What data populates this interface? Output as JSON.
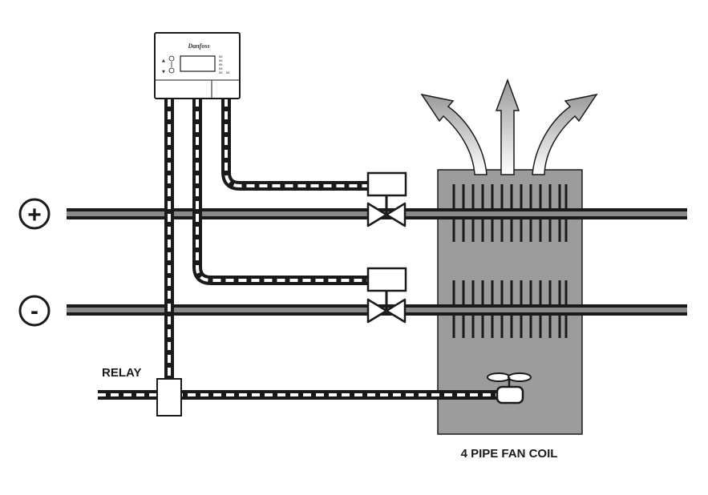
{
  "labels": {
    "relay": "RELAY",
    "fan_coil": "4 PIPE FAN COIL",
    "plus_symbol": "+",
    "minus_symbol": "-"
  },
  "thermostat": {
    "brand_logo_text": "Danfoss",
    "up_arrow": "▲",
    "down_arrow": "▼",
    "panel_marks": [
      "88",
      "88",
      "88",
      "88",
      "88",
      "88"
    ]
  },
  "colors": {
    "pipe_outline": "#1a1a1a",
    "pipe_core": "#8a8a8a",
    "fan_coil_fill": "#9c9c9c",
    "airflow_arrow": "#bdbdbd",
    "wire_dash": "#ffffff"
  },
  "icons": {
    "valve": "two-way-valve-icon",
    "fan": "fan-icon",
    "plus": "plus-circle-icon",
    "minus": "minus-circle-icon"
  }
}
